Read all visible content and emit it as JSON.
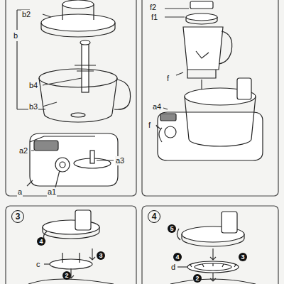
{
  "diagram": {
    "labels": [
      "b2",
      "b",
      "b4",
      "b3",
      "a2",
      "a3",
      "a",
      "a1",
      "f2",
      "f1",
      "f",
      "a4",
      "f",
      "3",
      "4",
      "2",
      "3",
      "c",
      "4",
      "5",
      "4",
      "2",
      "3",
      "d"
    ]
  }
}
